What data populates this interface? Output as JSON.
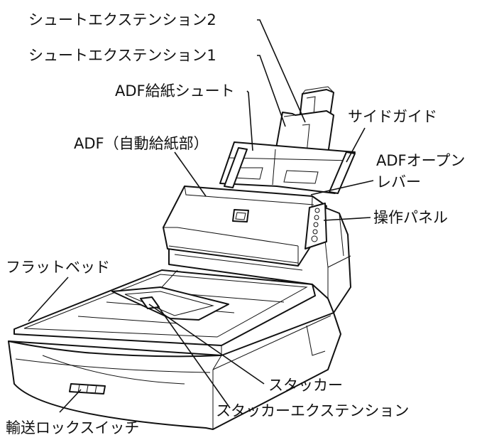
{
  "labels": {
    "chute_ext2": "シュートエクステンション2",
    "chute_ext1": "シュートエクステンション1",
    "adf_chute": "ADF給紙シュート",
    "side_guide": "サイドガイド",
    "adf": "ADF（自動給紙部）",
    "adf_lever_1": "ADFオープン",
    "adf_lever_2": "レバー",
    "panel": "操作パネル",
    "flatbed": "フラットベッド",
    "stacker": "スタッカー",
    "stacker_ext": "スタッカーエクステンション",
    "lock_switch": "輸送ロックスイッチ"
  },
  "colors": {
    "line": "#111111",
    "background": "#ffffff"
  }
}
